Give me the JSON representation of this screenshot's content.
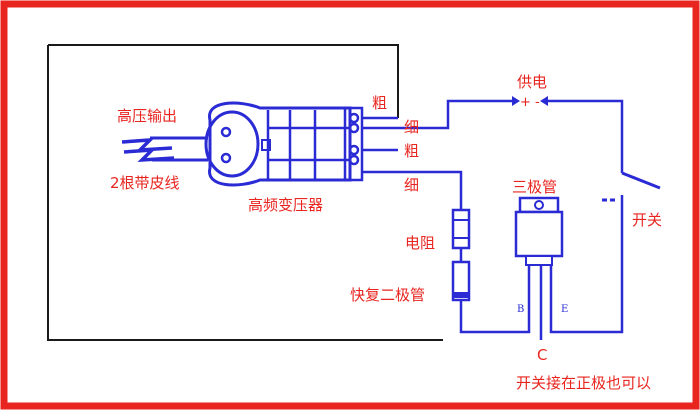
{
  "labels": {
    "hv_output": "高压输出",
    "wire_desc": "2根带皮线",
    "transformer": "高频变压器",
    "thick_1": "粗",
    "thin_1": "细",
    "thick_2": "粗",
    "thin_2": "细",
    "power_supply": "供电",
    "polarity": "+ -",
    "transistor": "三极管",
    "switch": "开关",
    "resistor": "电阻",
    "fast_diode": "快复二极管",
    "pin_b": "B",
    "pin_e": "E",
    "pin_c": "C",
    "note": "开关接在正极也可以"
  },
  "colors": {
    "frame": "#e8251f",
    "wire": "#1a1a1a",
    "component": "#2b2bd6",
    "text": "#e8251f"
  }
}
